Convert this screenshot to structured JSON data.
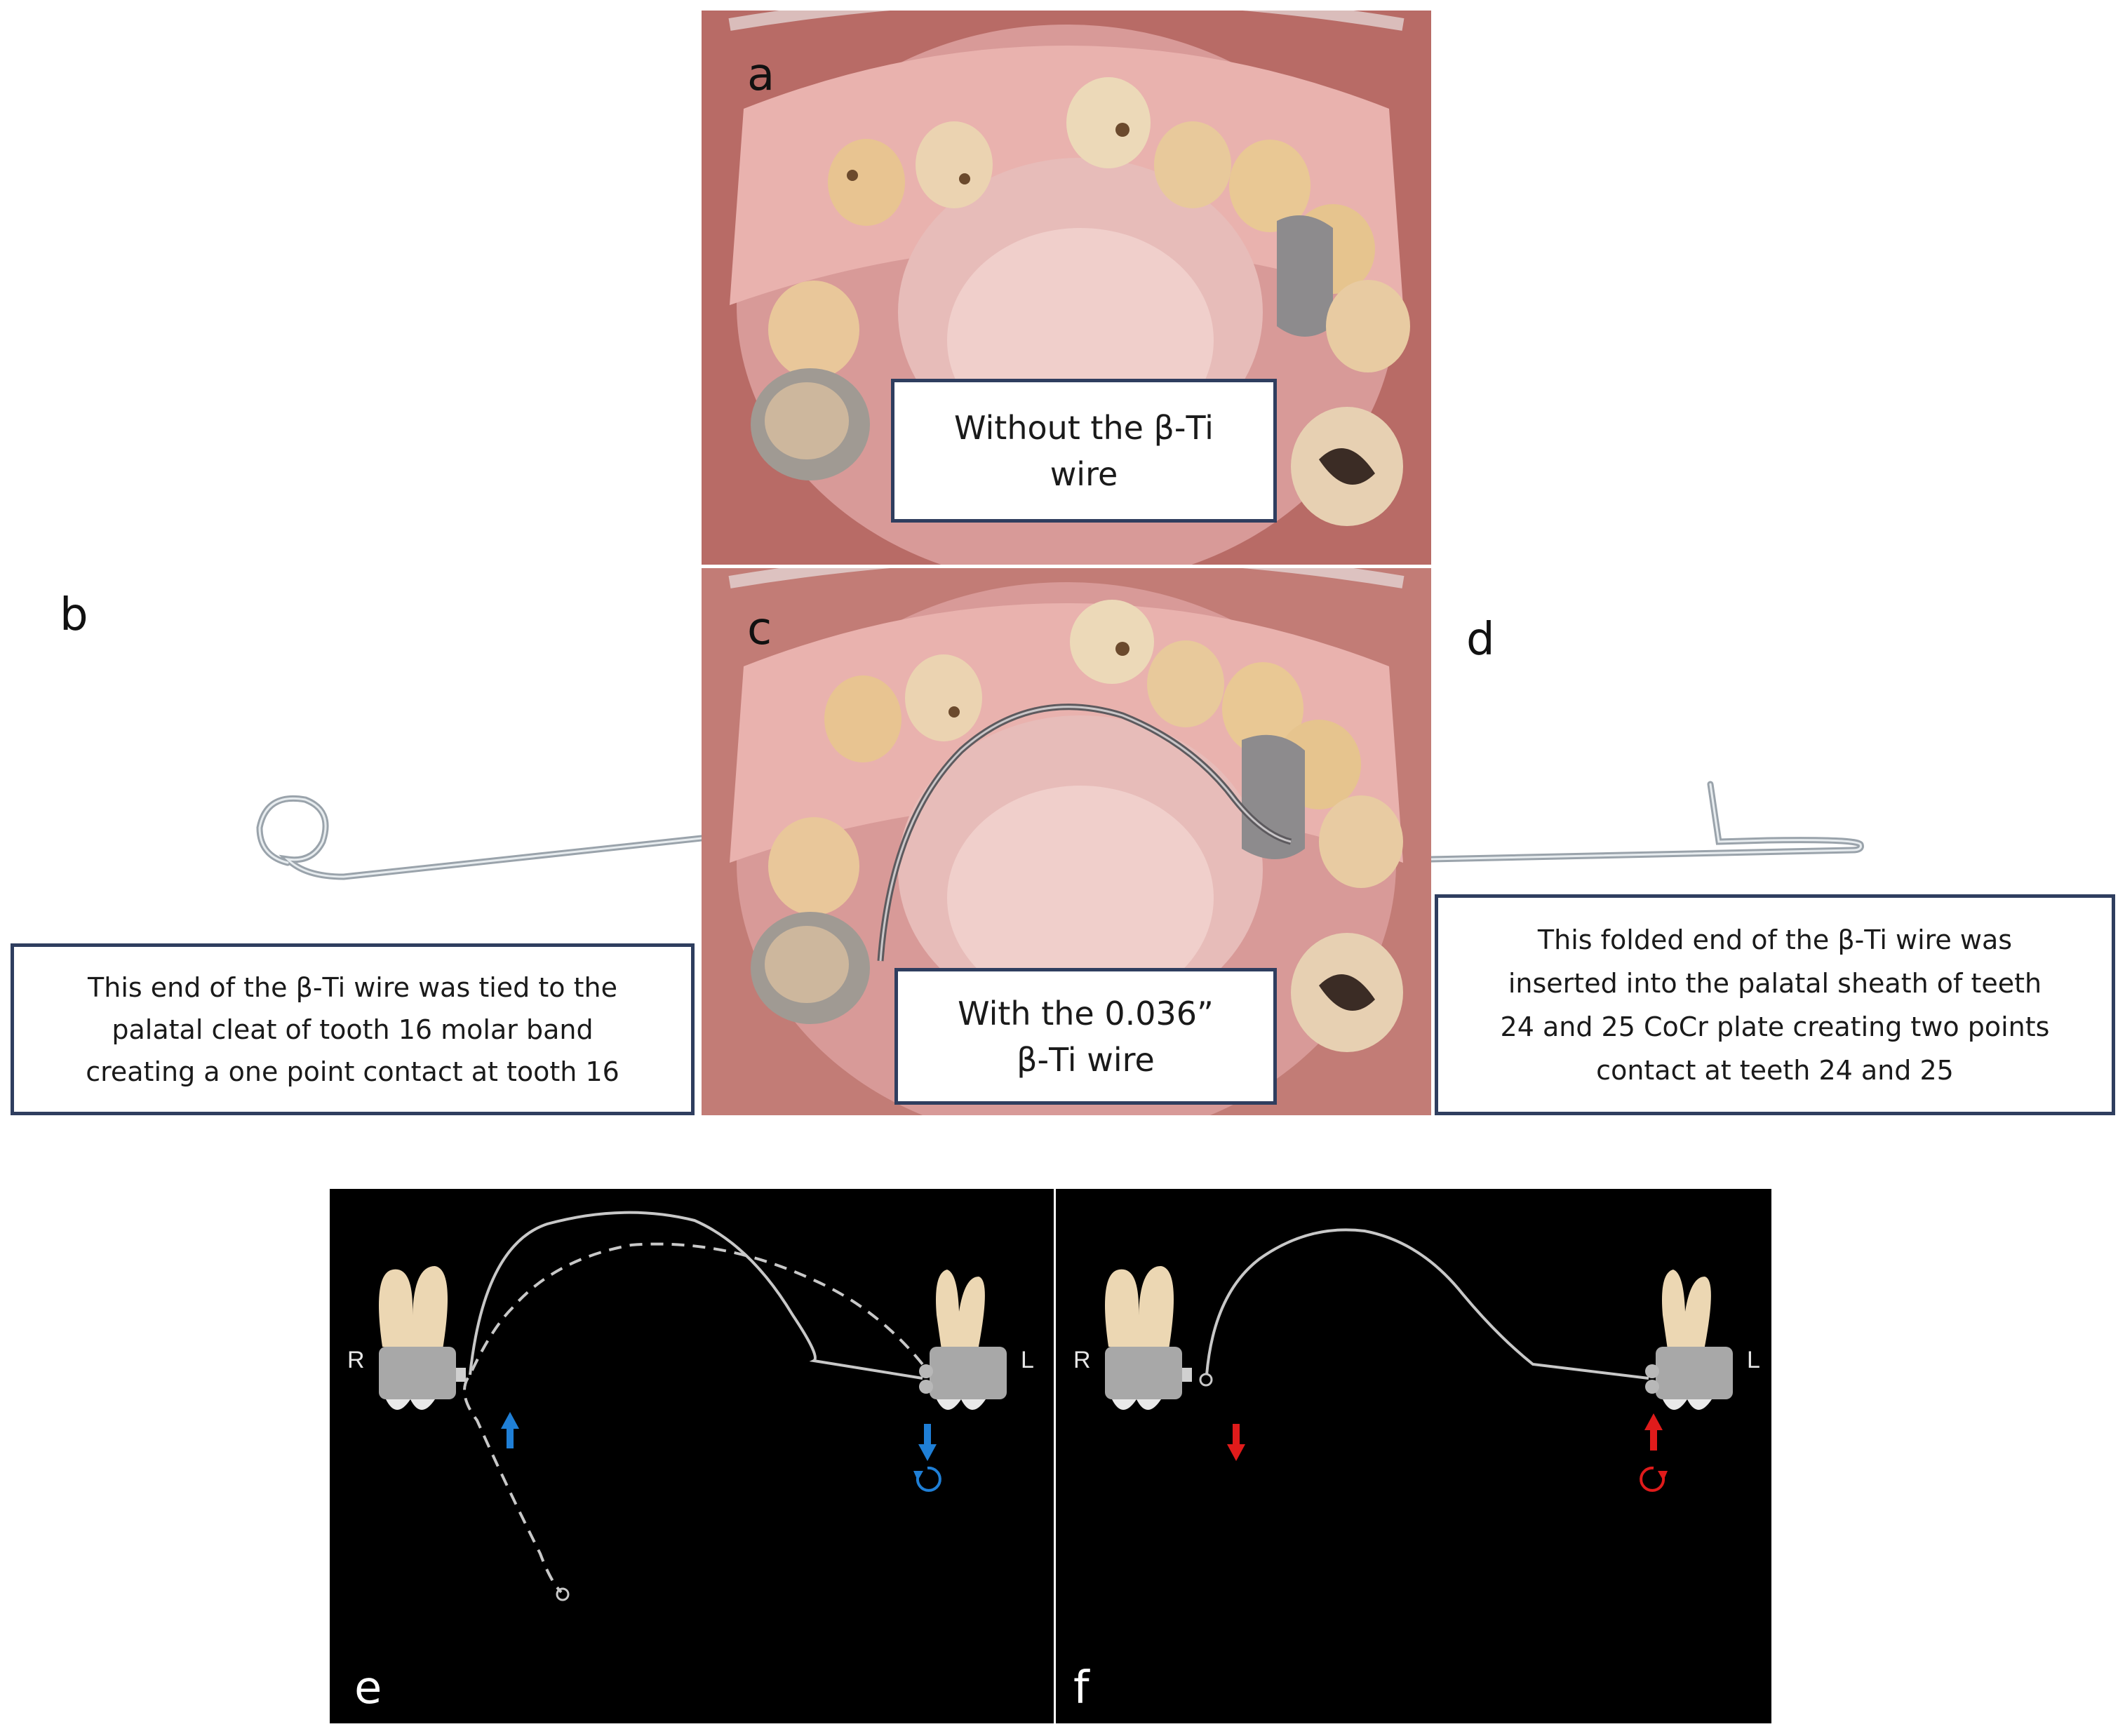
{
  "panels": {
    "a": {
      "letter": "a",
      "caption": "Without the β-Ti\nwire"
    },
    "b": {
      "letter": "b",
      "caption": "This end of the β-Ti wire was tied to the\npalatal cleat of tooth 16 molar band\ncreating a one point contact at tooth 16"
    },
    "c": {
      "letter": "c",
      "caption": "With the 0.036”\nβ-Ti wire"
    },
    "d": {
      "letter": "d",
      "caption": "This folded end of the β-Ti wire was\ninserted into the palatal sheath of teeth\n24 and 25 CoCr plate creating two points\ncontact at teeth 24 and 25"
    },
    "e": {
      "letter": "e",
      "left_side": "R",
      "right_side": "L",
      "arrow_color": "#1f7fd6"
    },
    "f": {
      "letter": "f",
      "left_side": "R",
      "right_side": "L",
      "arrow_color": "#e01b1b"
    }
  },
  "colors": {
    "caption_border": "#2f3e5f",
    "gum": "#d98f93",
    "tooth": "#ecd7b3",
    "schematic_bg": "#000000"
  }
}
